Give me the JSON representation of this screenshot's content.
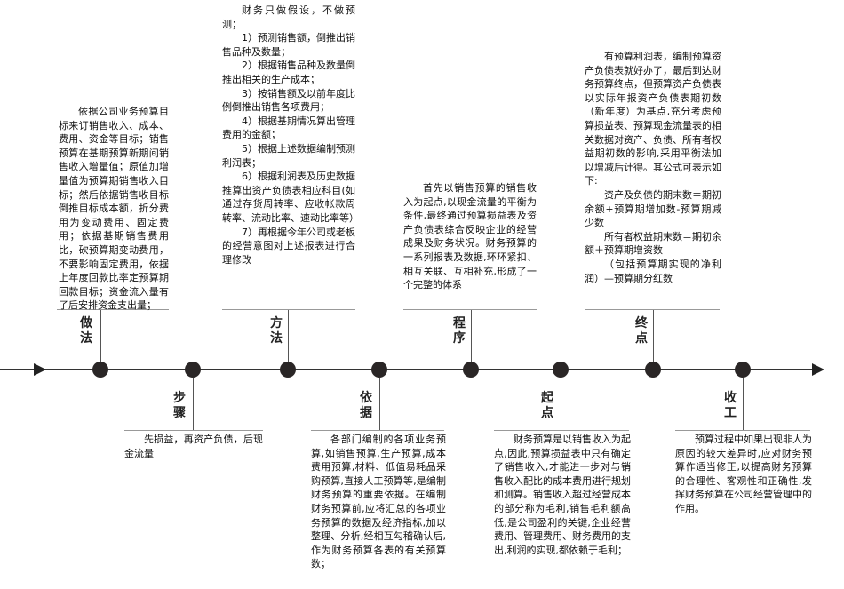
{
  "steps": [
    {
      "id": "zuofa",
      "label": "做法",
      "text": [
        "依据公司业务预算目标来订销售收入、成本、费用、资金等目标；销售预算在基期预算新期间销售收入增量值；原值加增量值为预算期销售收入目标；然后依据销售收目标倒推目标成本额，折分费用为变动费用、固定费用；依据基期销售费用比，砍预算期变动费用，不要影响固定费用，依据上年度回款比率定预算期回款目标；资金流入量有了后安排资金支出量；"
      ]
    },
    {
      "id": "buzhou",
      "label": "步骤",
      "text": [
        "先损益，再资产负债，后现金流量"
      ]
    },
    {
      "id": "fangfa",
      "label": "方法",
      "text": [
        "财务只做假设，不做预测；",
        "1）预测销售额，倒推出销售品种及数量；",
        "2）根据销售品种及数量倒推出相关的生产成本；",
        "3）按销售额及以前年度比例倒推出销售各项费用；",
        "4）根据基期情况算出管理费用的金额；",
        "5）根据上述数据编制预测利润表；",
        "6）根据利润表及历史数据推算出资产负债表相应科目(如通过存货周转率、应收帐款周转率、流动比率、速动比率等）",
        "7）再根据今年公司或老板的经营意图对上述报表进行合理修改"
      ]
    },
    {
      "id": "yiju",
      "label": "依据",
      "text": [
        "各部门编制的各项业务预算,如销售预算,生产预算,成本费用预算,材料、低值易耗品采购预算,直接人工预算等,是编制财务预算的重要依据。在编制财务预算前,应将汇总的各项业务预算的数据及经济指标,加以整理、分析,经相互勾稽确认后,作为财务预算各表的有关预算数；"
      ]
    },
    {
      "id": "chengxu",
      "label": "程序",
      "text": [
        "首先以销售预算的销售收入为起点,以现金流量的平衡为条件,最终通过预算损益表及资产负债表综合反映企业的经营成果及财务状况。财务预算的一系列报表及数据,环环紧扣、相互关联、互相补充,形成了一个完整的体系"
      ]
    },
    {
      "id": "qidian",
      "label": "起点",
      "text": [
        "财务预算是以销售收入为起点,因此,预算损益表中只有确定了销售收入,才能进一步对与销售收入配比的成本费用进行规划和测算。销售收入超过经营成本的部分称为毛利,销售毛利额高低,是公司盈利的关键,企业经营费用、管理费用、财务费用的支出,利润的实现,都依赖于毛利；"
      ]
    },
    {
      "id": "zhongdian",
      "label": "终点",
      "text": [
        "有预算利润表，编制预算资产负债表就好办了，最后到达财务预算终点，但预算资产负债表以实际年报资产负债表期初数（新年度）为基点,充分考虑预算损益表、预算现金流量表的相关数据对资产、负债、所有者权益期初数的影响,采用平衡法加以增减后计得。其公式可表示如下:",
        "资产及负债的期末数＝期初余额+预算期增加数-预算期减少数",
        "所有者权益期末数＝期初余额＋预算期增资数",
        "（包括预算期实现的净利润）—预算期分红数"
      ]
    },
    {
      "id": "shougong",
      "label": "收工",
      "text": [
        "预算过程中如果出现非人为原因的较大差异时,应对财务预算作适当修正,以提高财务预算的合理性、客观性和正确性,发挥财务预算在公司经营管理中的作用。"
      ]
    }
  ]
}
